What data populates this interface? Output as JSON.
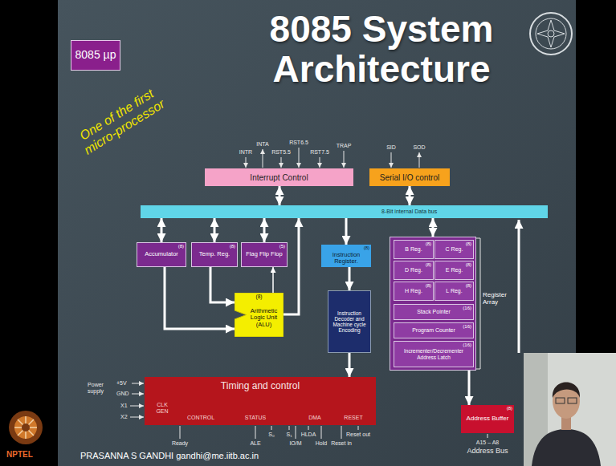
{
  "diagram": {
    "title": "8085 System Architecture",
    "nodes": [
      {
        "text": [
          "8085 µp"
        ]
      },
      {
        "text": [
          "Interrupt Control"
        ]
      },
      {
        "text": [
          "Serial I/O control"
        ]
      },
      {
        "text": [
          "8-Bit internal Data bus"
        ]
      },
      {
        "text": [
          "Accumulator",
          "(8)"
        ]
      },
      {
        "text": [
          "Temp. Reg.",
          "(8)"
        ]
      },
      {
        "text": [
          "Flag Flip Flop",
          "(5)"
        ]
      },
      {
        "text": [
          "Instruction Register.",
          "(8)"
        ]
      },
      {
        "text": [
          "Register Array"
        ]
      },
      {
        "text": [
          "B Reg.",
          "(8)"
        ],
        "in": 8
      },
      {
        "text": [
          "C Reg.",
          "(8)"
        ],
        "in": 8
      },
      {
        "text": [
          "D Reg.",
          "(8)"
        ],
        "in": 8
      },
      {
        "text": [
          "E Reg.",
          "(8)"
        ],
        "in": 8
      },
      {
        "text": [
          "H Reg.",
          "(8)"
        ],
        "in": 8
      },
      {
        "text": [
          "L Reg.",
          "(8)"
        ],
        "in": 8
      },
      {
        "text": [
          "Stack Pointer",
          "(16)"
        ],
        "in": 8
      },
      {
        "text": [
          "Program Counter",
          "(16)"
        ],
        "in": 8
      },
      {
        "text": [
          "Incrementer/Decrementer Address Latch",
          "(16)"
        ],
        "in": 8
      },
      {
        "text": [
          "(8)",
          "Arithmetic Logic Unit (ALU)"
        ]
      },
      {
        "text": [
          "Instruction Decoder and Machine cycle Encoding"
        ]
      },
      {
        "text": [
          "Timing and control"
        ]
      },
      {
        "text": [
          "Address Buffer",
          "(8)"
        ]
      }
    ],
    "edges": [
      {
        "from": 1,
        "to": 3,
        "arrow": "both"
      },
      {
        "from": 2,
        "to": 3,
        "arrow": "both"
      },
      {
        "from": 4,
        "to": 3,
        "arrow": "both"
      },
      {
        "from": 5,
        "to": 3,
        "arrow": "both"
      },
      {
        "from": 6,
        "to": 3,
        "arrow": "both"
      },
      {
        "from": 3,
        "to": 7,
        "arrow": "to"
      },
      {
        "from": 8,
        "to": 3,
        "arrow": "both"
      },
      {
        "from": 4,
        "to": 18,
        "arrow": "to"
      },
      {
        "from": 5,
        "to": 18,
        "arrow": "to"
      },
      {
        "from": 18,
        "to": 6,
        "arrow": "to"
      },
      {
        "from": 18,
        "to": 3,
        "arrow": "to"
      },
      {
        "from": 7,
        "to": 19,
        "arrow": "to"
      },
      {
        "from": 19,
        "to": 20,
        "arrow": "to"
      },
      {
        "from": 8,
        "to": 21,
        "arrow": "to"
      }
    ],
    "labels": [
      "One of the first micro-processor",
      "INTR",
      "INTA",
      "RST5.5",
      "RST6.5",
      "RST7.5",
      "TRAP",
      "SID",
      "SOD",
      "Power supply",
      "+5V",
      "GND",
      "X1",
      "X2",
      "CLK GEN",
      "CONTROL",
      "STATUS",
      "DMA",
      "RESET",
      "Ready",
      "ALE",
      "S₀",
      "S₁",
      "IO/M",
      "HLDA",
      "Hold",
      "Reset in",
      "Reset out",
      "A15 – A8",
      "Address Bus",
      "PRASANNA S GANDHI gandhi@me.iitb.ac.in",
      "NPTEL"
    ]
  }
}
